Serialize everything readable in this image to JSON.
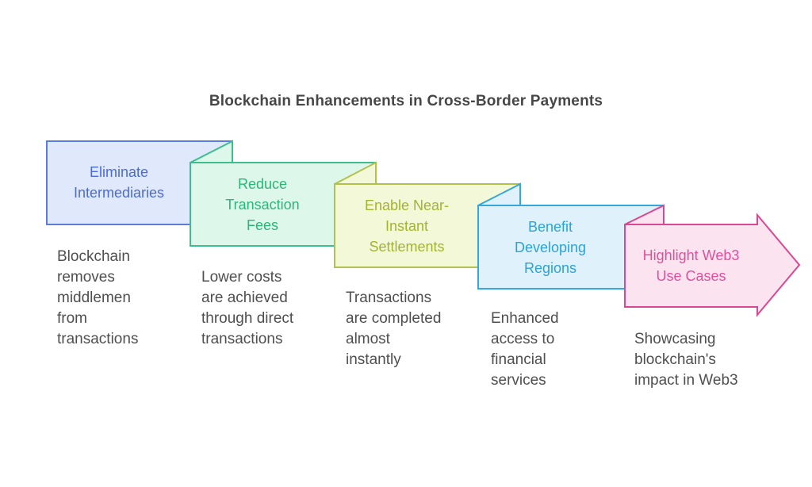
{
  "title": "Blockchain Enhancements in Cross-Border Payments",
  "title_color": "#474747",
  "description_color": "#4f4f4f",
  "background_color": "#ffffff",
  "steps": [
    {
      "title": "Eliminate Intermediaries",
      "title_lines": [
        "Eliminate",
        "Intermediaries"
      ],
      "description": "Blockchain removes middlemen from transactions",
      "description_lines": [
        "Blockchain",
        "removes",
        "middlemen",
        "from",
        "transactions"
      ],
      "shape": "folded-banner",
      "colors": {
        "fill": "#dfe9fb",
        "border": "#5c7cd9",
        "text": "#4b6bd9"
      }
    },
    {
      "title": "Reduce Transaction Fees",
      "title_lines": [
        "Reduce",
        "Transaction",
        "Fees"
      ],
      "description": "Lower costs are achieved through direct transactions",
      "description_lines": [
        "Lower costs",
        "are achieved",
        "through direct",
        "transactions"
      ],
      "shape": "folded-banner",
      "colors": {
        "fill": "#ddf7eb",
        "border": "#3ebd8e",
        "text": "#2cb577"
      }
    },
    {
      "title": "Enable Near-Instant Settlements",
      "title_lines": [
        "Enable Near-",
        "Instant",
        "Settlements"
      ],
      "description": "Transactions are completed almost instantly",
      "description_lines": [
        "Transactions",
        "are completed",
        "almost",
        "instantly"
      ],
      "shape": "folded-banner",
      "colors": {
        "fill": "#f3f8d9",
        "border": "#b2c14b",
        "text": "#a3b52c"
      }
    },
    {
      "title": "Benefit Developing Regions",
      "title_lines": [
        "Benefit",
        "Developing",
        "Regions"
      ],
      "description": "Enhanced access to financial services",
      "description_lines": [
        "Enhanced",
        "access to",
        "financial",
        "services"
      ],
      "shape": "folded-banner",
      "colors": {
        "fill": "#dff2fb",
        "border": "#37a6da",
        "text": "#2ba2d8"
      }
    },
    {
      "title": "Highlight Web3 Use Cases",
      "title_lines": [
        "Highlight Web3",
        "Use Cases"
      ],
      "description": "Showcasing blockchain's impact in Web3",
      "description_lines": [
        "Showcasing",
        "blockchain's",
        "impact in Web3"
      ],
      "shape": "folded-arrow-right",
      "colors": {
        "fill": "#fce3f0",
        "border": "#d94890",
        "text": "#e0509c"
      }
    }
  ]
}
